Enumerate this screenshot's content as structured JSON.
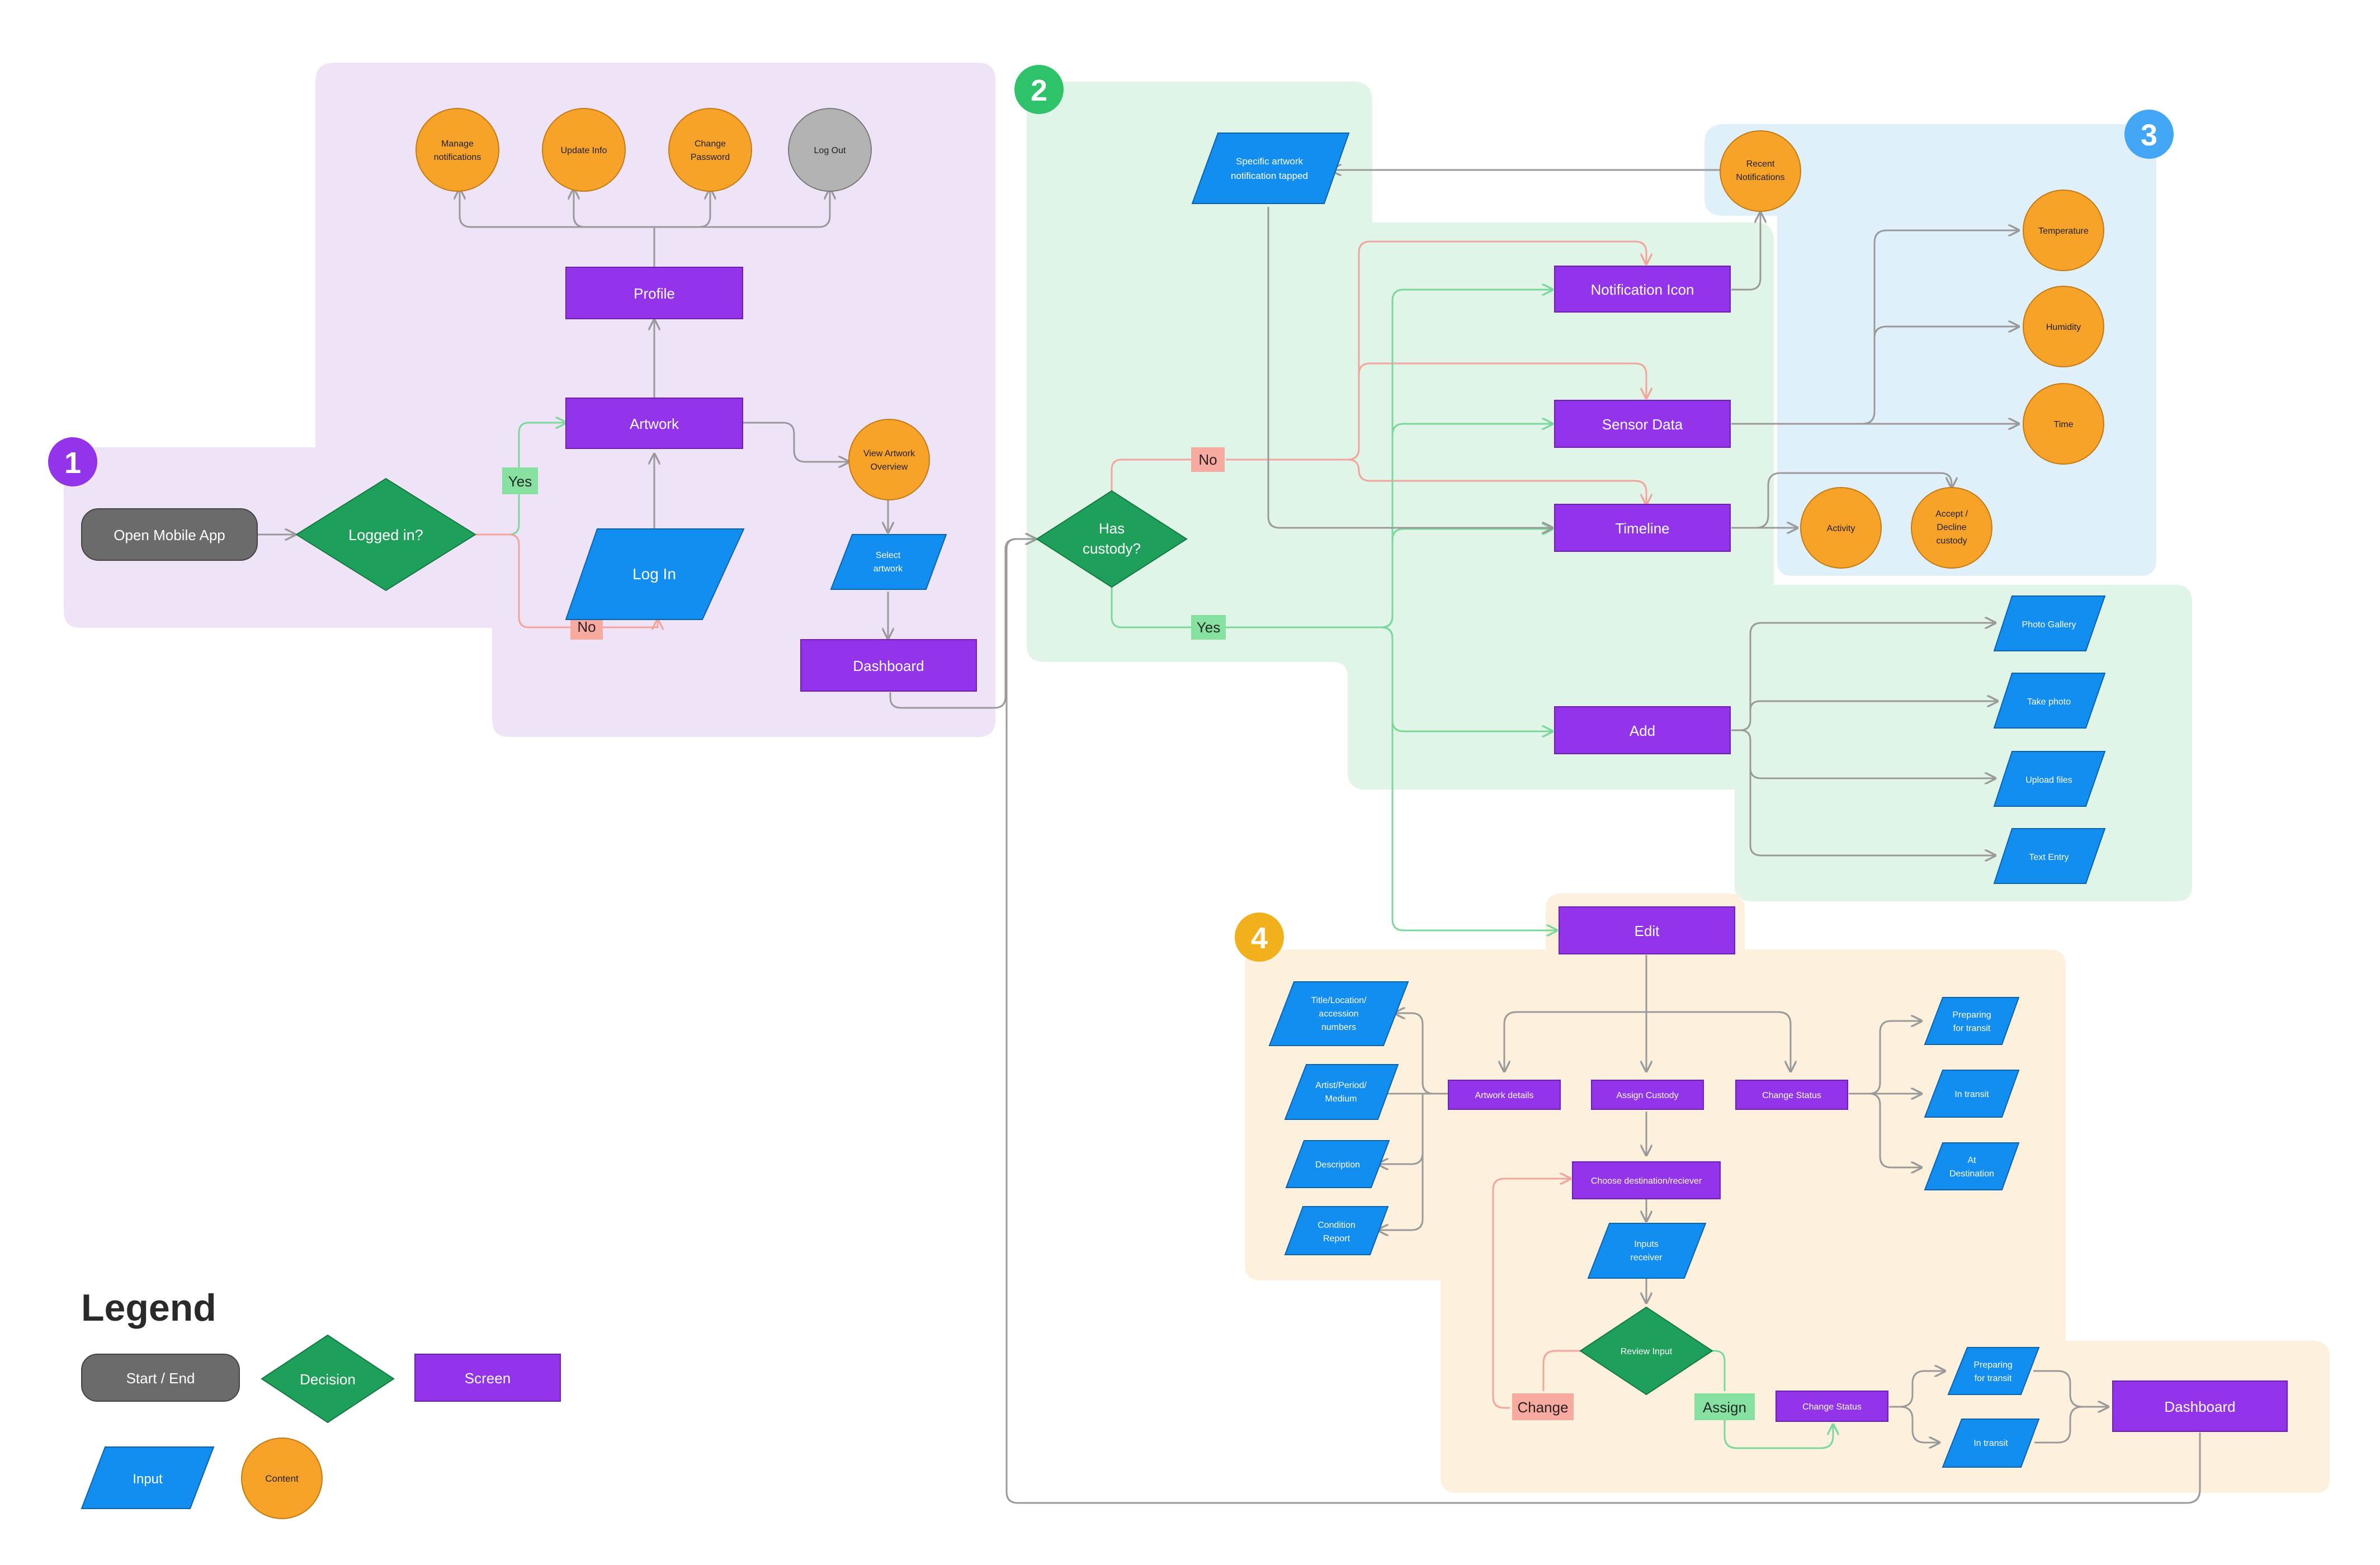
{
  "colors": {
    "start_end": "#6b6b6b",
    "decision": "#1fa05a",
    "screen": "#9333ea",
    "input": "#118ef0",
    "content": "#f7a229",
    "content_gray": "#b3b3b3",
    "yes_tag": "#86e0a0",
    "no_tag": "#f7aaa0",
    "region1": "#efe3f7",
    "region2": "#e0f5e8",
    "region3": "#e0f0fa",
    "region4": "#fdf1dd",
    "badge1": "#9333ea",
    "badge2": "#2ec36a",
    "badge3": "#42a5f5",
    "badge4": "#f2b01d"
  },
  "badges": [
    "1",
    "2",
    "3",
    "4"
  ],
  "section1": {
    "open_app": "Open Mobile App",
    "logged_in": "Logged in?",
    "yes": "Yes",
    "no": "No",
    "log_in": "Log In",
    "artwork": "Artwork",
    "profile": "Profile",
    "manage_notifications": [
      "Manage",
      "notifications"
    ],
    "update_info": "Update Info",
    "change_password": [
      "Change",
      "Password"
    ],
    "log_out": "Log Out",
    "view_artwork_overview": [
      "View Artwork",
      "Overview"
    ],
    "select_artwork": [
      "Select",
      "artwork"
    ],
    "dashboard": "Dashboard"
  },
  "section2": {
    "has_custody": [
      "Has",
      "custody?"
    ],
    "no": "No",
    "yes": "Yes",
    "specific_notification": [
      "Specific artwork",
      "notification tapped"
    ],
    "notification_icon": "Notification Icon",
    "sensor_data": "Sensor Data",
    "timeline": "Timeline",
    "add": "Add",
    "photo_gallery": "Photo Gallery",
    "take_photo": "Take photo",
    "upload_files": "Upload files",
    "text_entry": "Text Entry"
  },
  "section3": {
    "recent_notifications": [
      "Recent",
      "Notifications"
    ],
    "temperature": "Temperature",
    "humidity": "Humidity",
    "time": "Time",
    "activity": "Activity",
    "accept_decline": [
      "Accept /",
      "Decline",
      "custody"
    ]
  },
  "section4": {
    "edit": "Edit",
    "artwork_details": "Artwork details",
    "assign_custody": "Assign Custody",
    "change_status": "Change Status",
    "title_location": [
      "Title/Location/",
      "accession",
      "numbers"
    ],
    "artist_period": [
      "Artist/Period/",
      "Medium"
    ],
    "description": "Description",
    "condition_report": [
      "Condition",
      "Report"
    ],
    "preparing_transit": [
      "Preparing",
      "for transit"
    ],
    "in_transit": "In transit",
    "at_destination": [
      "At",
      "Destination"
    ],
    "choose_destination": "Choose destination/reciever",
    "inputs_receiver": [
      "Inputs",
      "receiver"
    ],
    "review_input": "Review Input",
    "change": "Change",
    "assign": "Assign",
    "change_status_2": "Change Status",
    "preparing_transit_2": [
      "Preparing",
      "for transit"
    ],
    "in_transit_2": "In transit",
    "dashboard": "Dashboard"
  },
  "legend": {
    "title": "Legend",
    "start_end": "Start / End",
    "decision": "Decision",
    "screen": "Screen",
    "input": "Input",
    "content": "Content"
  }
}
